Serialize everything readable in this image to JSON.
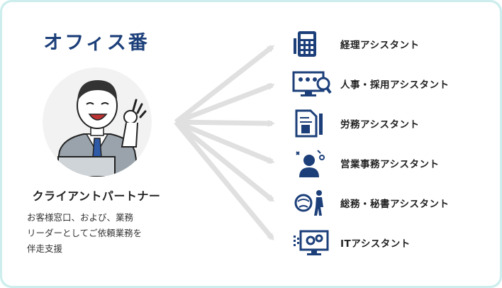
{
  "brand": {
    "title": "オフィス番"
  },
  "partner": {
    "role": "クライアントパートナー",
    "description_lines": [
      "お客様窓口、および、業務",
      "リーダーとしてご依頼業務を",
      "伴走支援"
    ]
  },
  "services": [
    {
      "label": "経理アシスタント",
      "icon": "calculator-icon"
    },
    {
      "label": "人事・採用アシスタント",
      "icon": "candidate-search-icon"
    },
    {
      "label": "労務アシスタント",
      "icon": "document-box-icon"
    },
    {
      "label": "営業事務アシスタント",
      "icon": "sales-person-icon"
    },
    {
      "label": "総務・秘書アシスタント",
      "icon": "globe-person-icon"
    },
    {
      "label": "ITアシスタント",
      "icon": "monitor-gears-icon"
    }
  ],
  "colors": {
    "navy": "#1c3f7a",
    "frame": "#cdeeee",
    "arrow": "#e0e0e0"
  }
}
